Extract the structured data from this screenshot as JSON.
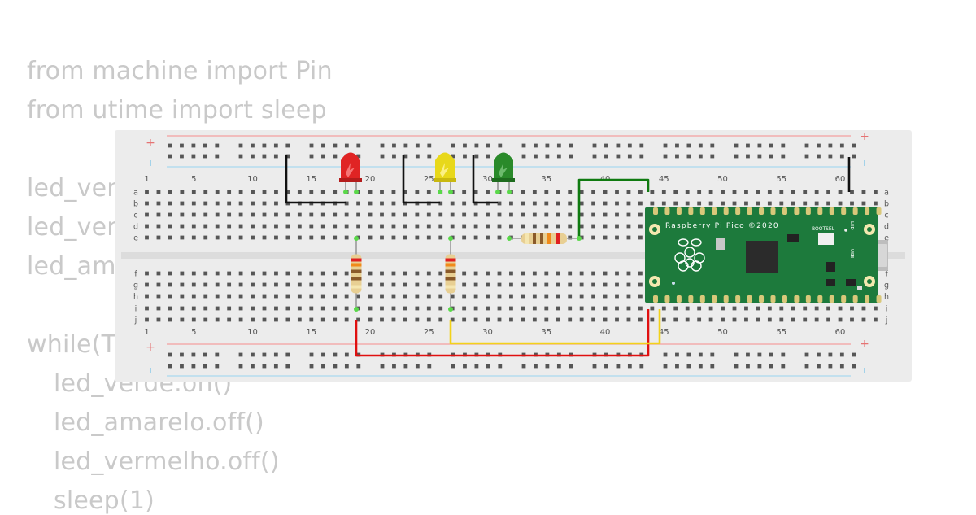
{
  "code": {
    "lines": [
      "from machine import Pin",
      "from utime import sleep",
      "",
      "led_verde = Pin(",
      "led_vermelho = Pin(",
      "led_amarelo = Pin(",
      "",
      "while(True):",
      "led_verde.on()",
      "led_amarelo.off()",
      "led_vermelho.off()",
      "sleep(1)"
    ]
  },
  "breadboard": {
    "column_numbers": [
      "1",
      "5",
      "10",
      "15",
      "20",
      "25",
      "30",
      "35",
      "40",
      "45",
      "50",
      "55",
      "60"
    ],
    "row_letters_top": [
      "a",
      "b",
      "c",
      "d",
      "e"
    ],
    "row_letters_bottom": [
      "f",
      "g",
      "h",
      "i",
      "j"
    ],
    "rail_plus": "+",
    "rail_minus": "-"
  },
  "leds": [
    {
      "name": "red-led",
      "color": "#e02424"
    },
    {
      "name": "yellow-led",
      "color": "#e8d81a"
    },
    {
      "name": "green-led",
      "color": "#2a8a2a"
    }
  ],
  "pico": {
    "title": "Raspberry Pi Pico ©2020",
    "bootsel_label": "BOOTSEL",
    "usb_label": "USB",
    "led_label": "LED"
  },
  "colors": {
    "board": "#ececec",
    "pcb": "#1d7a3c",
    "wire_red": "#e01010",
    "wire_yellow": "#f2d21a",
    "wire_green": "#0f7a10",
    "wire_black": "#111111",
    "rail_red": "#f08080",
    "rail_blue": "#9fd3ef"
  }
}
